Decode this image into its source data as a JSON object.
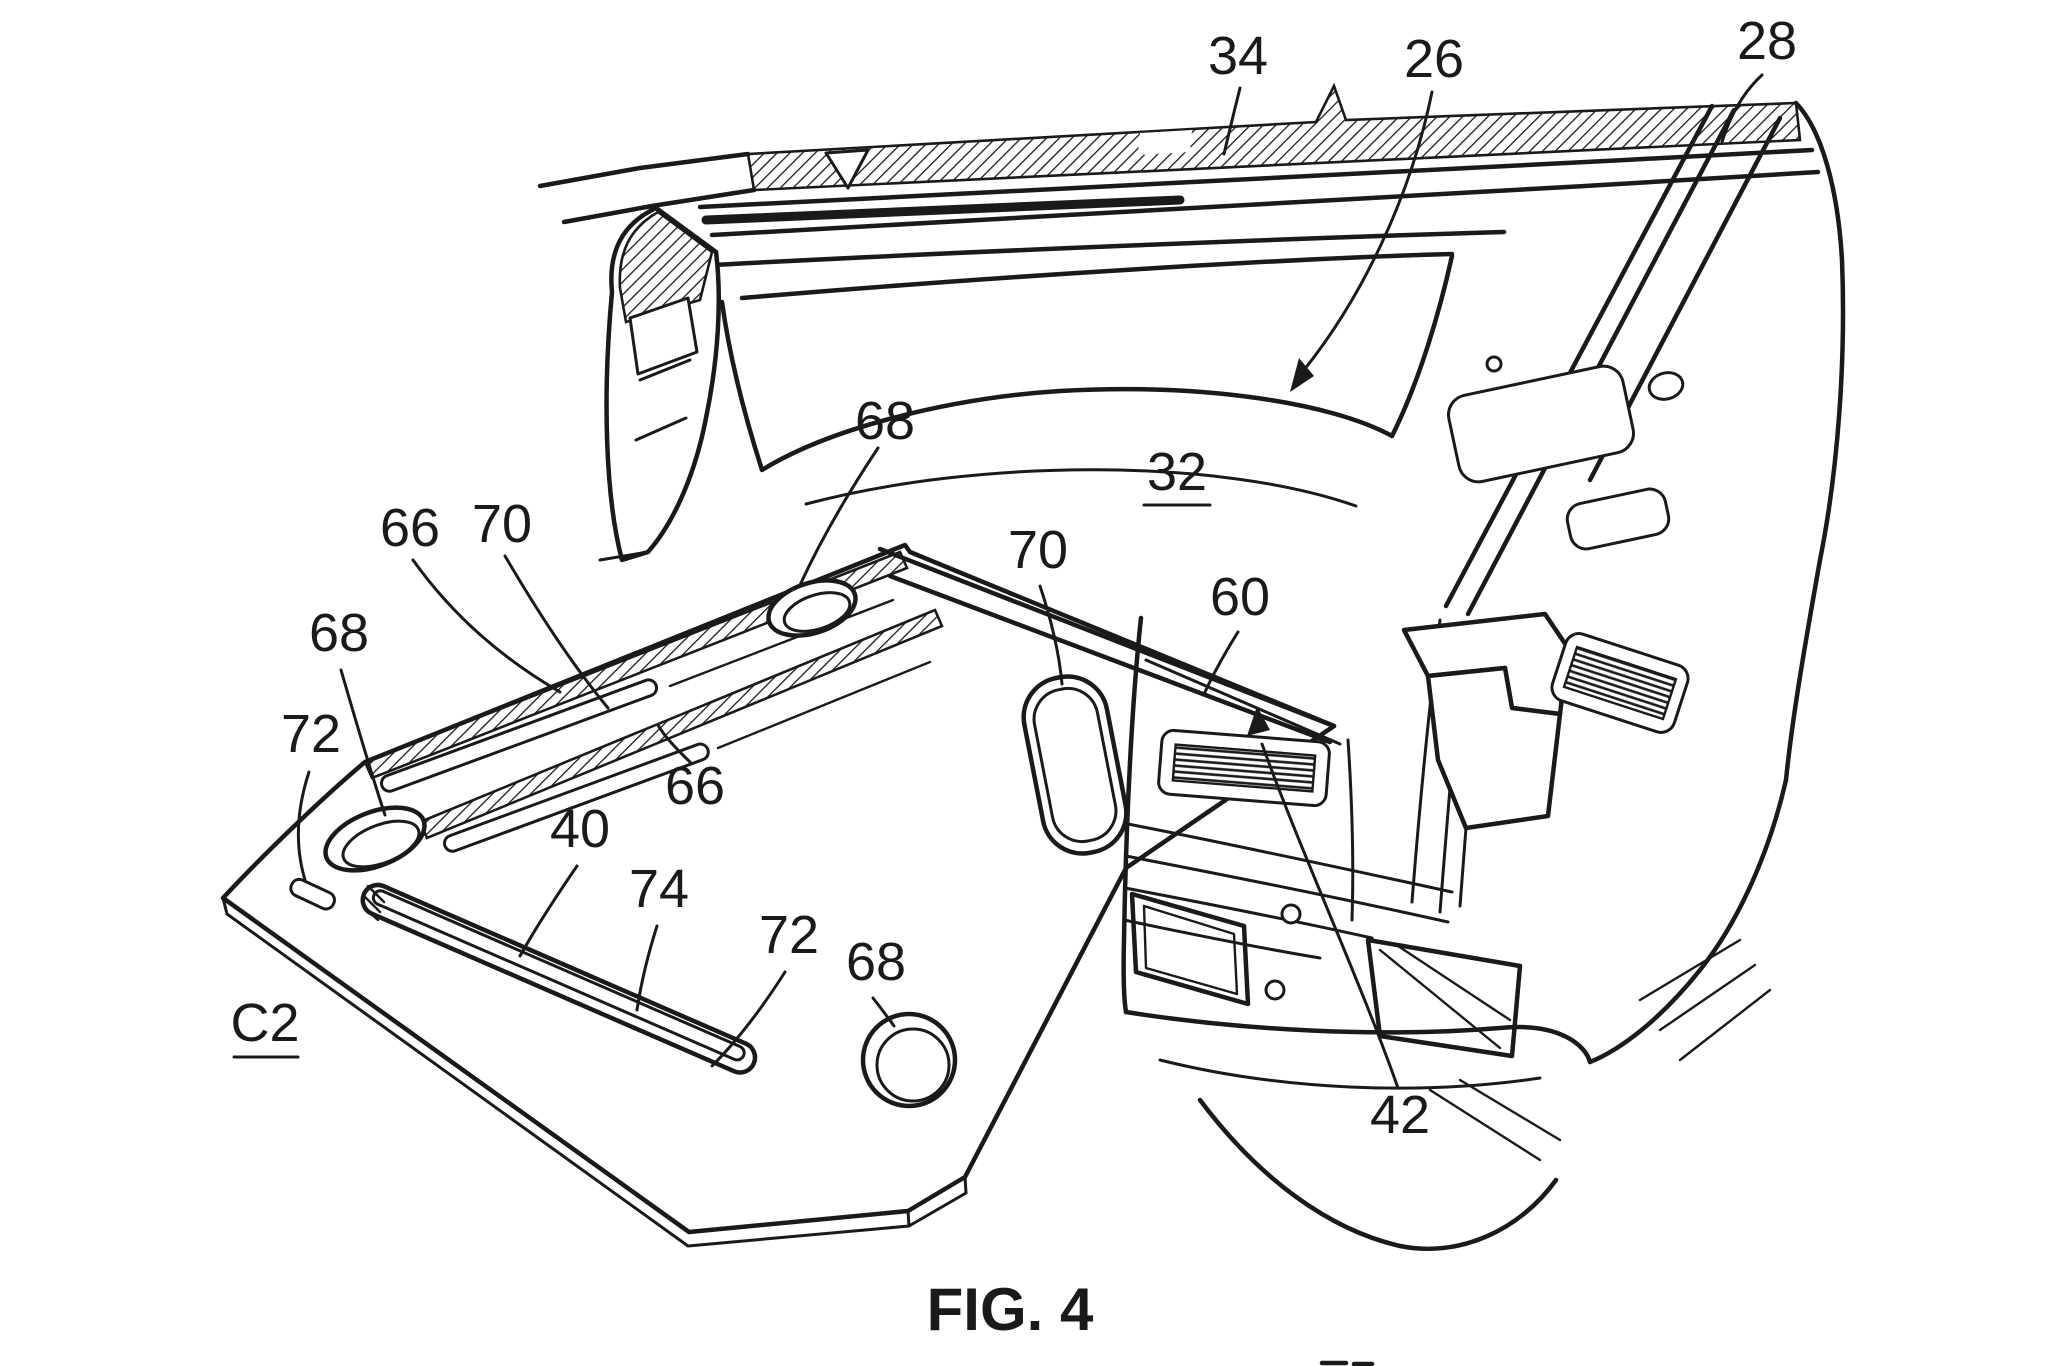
{
  "drawing": {
    "caption": "FIG. 4",
    "colors": {
      "ink": "#1a1a1a",
      "paper": "#ffffff"
    },
    "refs": {
      "r26": "26",
      "r28": "28",
      "r32": "32",
      "r34": "34",
      "r40": "40",
      "r42": "42",
      "r60": "60",
      "r66_upper": "66",
      "r66_lower": "66",
      "r68_top": "68",
      "r68_left": "68",
      "r68_bottom": "68",
      "r70_upper": "70",
      "r70_handle": "70",
      "r72_left": "72",
      "r72_bottom": "72",
      "r74": "74",
      "rC2": "C2"
    }
  }
}
